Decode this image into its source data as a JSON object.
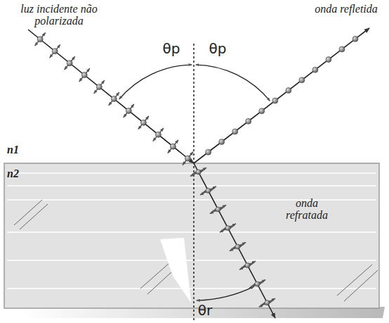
{
  "diagram": {
    "labels": [
      "luz incidente não polarizada",
      "onda refletida",
      "θp",
      "θp",
      "n1",
      "n2",
      "onda refratada",
      "θr"
    ]
  }
}
